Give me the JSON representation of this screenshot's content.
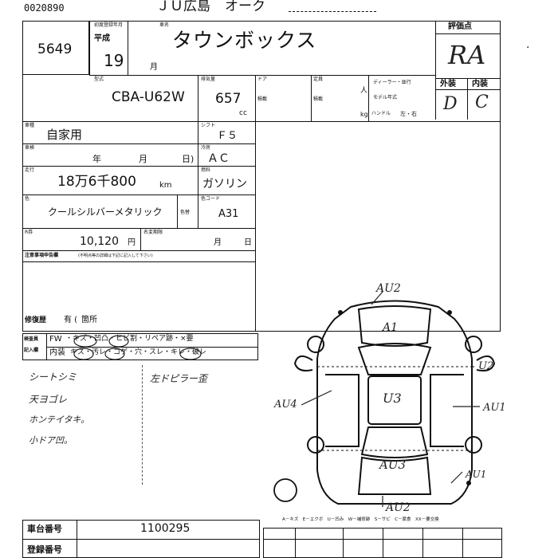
{
  "header": {
    "top_left_code": "0020890",
    "auction_site": "ＪＵ広島",
    "auction_suffix": "オーク"
  },
  "sheet": {
    "lot_number": "5649",
    "first_registration_label": "初度登録年月",
    "era_label": "平成",
    "year": "19",
    "month_unit": "月",
    "name_label": "車名",
    "car_name": "タウンボックス",
    "evaluation_label": "評価点",
    "evaluation": "RA",
    "model_label": "型式",
    "model": "CBA-U62W",
    "displacement_label": "排気量",
    "displacement": "657",
    "cc_unit": "cc",
    "door_label": "ドア",
    "capacity_label": "定員",
    "capacity_unit": "人",
    "dealer_label": "ディーラー・並行",
    "model_year_label": "モデル年式",
    "load_label": "積載",
    "loading_label": "積載",
    "kg_unit": "kg",
    "handle_label": "ハンドル",
    "handle_value": "左・右",
    "exterior_label": "外装",
    "exterior_grade": "D",
    "interior_label": "内装",
    "interior_grade": "C",
    "usage_label": "車種",
    "usage": "自家用",
    "shift_label": "シフト",
    "shift": "Ｆ５",
    "inspection_label": "車検",
    "inspection_year": "年",
    "inspection_month": "月",
    "inspection_day": "日)",
    "ac_label": "冷房",
    "ac": "ＡＣ",
    "mileage_label": "走行",
    "mileage": "18万6千800",
    "mileage_unit": "km",
    "fuel_label": "燃料",
    "fuel": "ガソリン",
    "color_label": "色",
    "color": "クールシルバーメタリック",
    "color_change_label": "色替",
    "color_code_label": "色コード",
    "color_code": "A31",
    "recycle_label": "R券",
    "recycle_amount": "10,120",
    "yen_unit": "円",
    "recycle_deadline_label": "名変期限",
    "recycle_month": "月",
    "recycle_day": "日",
    "notes_label": "注意事項申告欄",
    "notes_sub": "(不明点等の詳細は下記に記入して下さい)",
    "repair_history_label": "修復歴",
    "repair_history": "有 (",
    "repair_history_tail": "箇所",
    "inspector_label": "検査員",
    "fw_label": "FW",
    "equipment_line": "・キズ・凹凸・ヒビ割・リペア跡・×要",
    "entry_label": "記入欄",
    "interior_line": "内装",
    "interior_items": "キズ・汚レ・コゲ・穴・スレ・キレ・破レ"
  },
  "handwriting": {
    "notes_left": [
      "シートシミ",
      "天ヨゴレ",
      "ホンテイタキ。",
      "小ドア凹。"
    ],
    "notes_right": "左ドピラー歪"
  },
  "diagram": {
    "marks": {
      "front": "AU2",
      "hood": "A1",
      "right_front": "U2",
      "left_side": "AU4",
      "roof": "U3",
      "right_mid": "AU1",
      "rear": "AU3",
      "right_rear": "AU1",
      "bottom": "AU2"
    },
    "legend": "A－キズ　E－エクボ　U－凹み　W－補修跡　S－サビ　C－腐食　XX－要交換"
  },
  "footer": {
    "chassis_label": "車台番号",
    "chassis_number": "1100295",
    "reg_label": "登録番号"
  }
}
